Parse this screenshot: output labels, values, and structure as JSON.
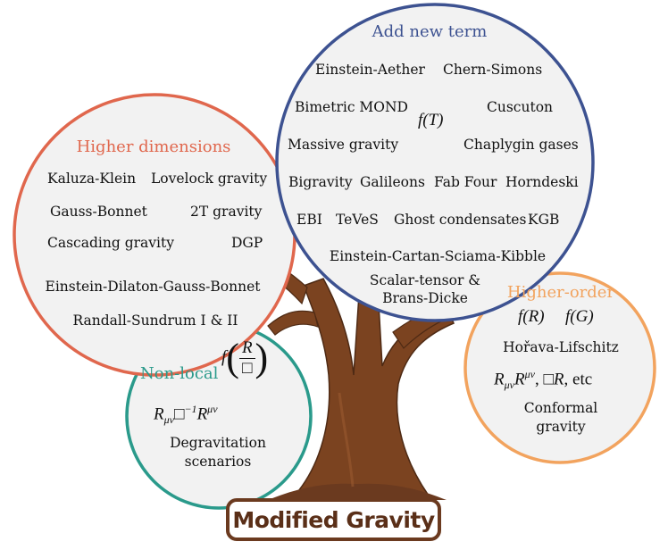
{
  "title": "Modified Gravity",
  "colors": {
    "trunk": "#7b4320",
    "trunk_dark": "#5a2f18",
    "circle_fill": "#f2f2f2",
    "add_new_term": "#3d5291",
    "higher_dimensions": "#e0674d",
    "higher_order": "#f2a35e",
    "non_local": "#2a9a8b"
  },
  "groups": {
    "add_new_term": {
      "heading": "Add new term",
      "items": [
        "Einstein-Aether",
        "Chern-Simons",
        "Bimetric MOND",
        "f(T)",
        "Cuscuton",
        "Massive gravity",
        "Chaplygin gases",
        "Bigravity",
        "Galileons",
        "Fab Four",
        "Horndeski",
        "EBI",
        "TeVeS",
        "Ghost condensates",
        "KGB",
        "Einstein-Cartan-Sciama-Kibble",
        "Scalar-tensor &",
        "Brans-Dicke"
      ]
    },
    "higher_dimensions": {
      "heading": "Higher dimensions",
      "items": [
        "Kaluza-Klein",
        "Lovelock gravity",
        "Gauss-Bonnet",
        "2T gravity",
        "Cascading gravity",
        "DGP",
        "Einstein-Dilaton-Gauss-Bonnet",
        "Randall-Sundrum I & II"
      ]
    },
    "higher_order": {
      "heading": "Higher-order",
      "items": [
        "f(R)",
        "f(G)",
        "Hořava-Lifschitz",
        "R_μν R^μν, □R, etc",
        "Conformal",
        "gravity"
      ]
    },
    "non_local": {
      "heading": "Non-local",
      "items": [
        "f(R/□)",
        "R_μν □^-1 R^μν",
        "Degravitation",
        "scenarios"
      ]
    }
  }
}
